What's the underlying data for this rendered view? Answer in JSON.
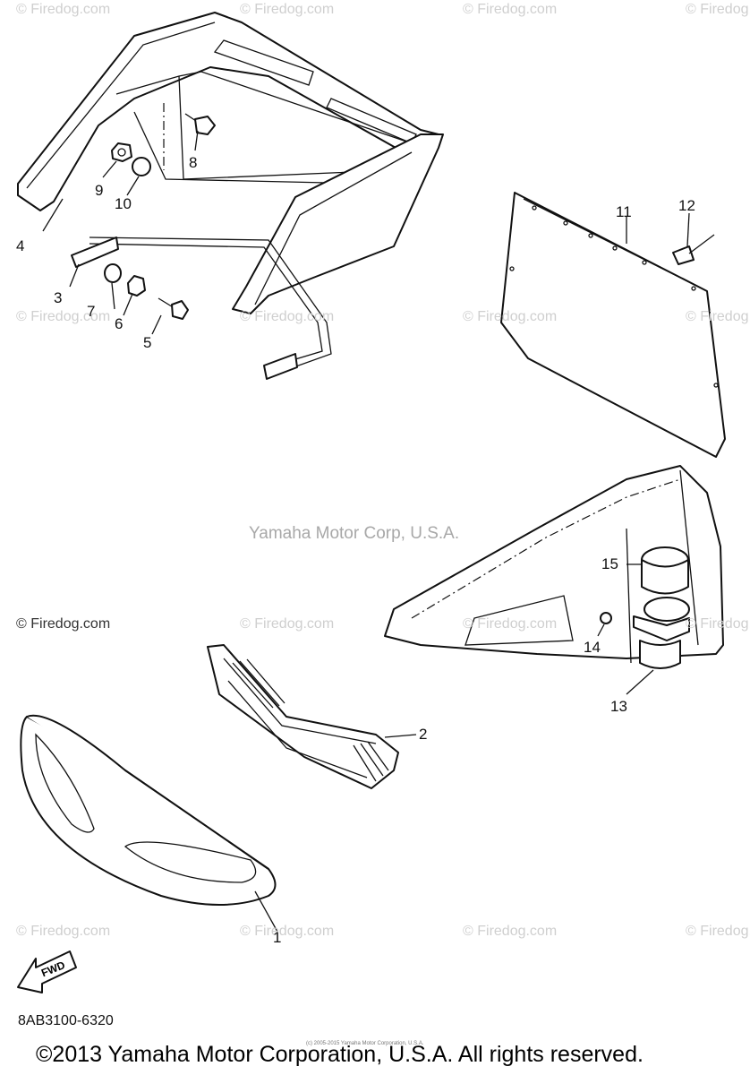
{
  "watermarks": [
    "© Firedog.com",
    "© Firedog.com",
    "© Firedog.com",
    "© Firedog.com",
    "© Firedog.com",
    "© Firedog.com",
    "© Firedog.com",
    "© Firedog.com",
    "© Firedog.com",
    "© Firedog.com",
    "© Firedog.com",
    "© Firedog.com",
    "© Firedog.com",
    "© Firedog.com",
    "© Firedog.com",
    "© Firedog.com"
  ],
  "center_watermark": "Yamaha Motor Corp, U.S.A.",
  "callouts": [
    "1",
    "2",
    "3",
    "4",
    "5",
    "6",
    "7",
    "8",
    "9",
    "10",
    "11",
    "12",
    "13",
    "14",
    "15"
  ],
  "fwd_label": "FWD",
  "drawing_id": "8AB3100-6320",
  "tiny_copyright": "(c) 2005-2015 Yamaha Motor Corporation, U.S.A.",
  "copyright": "©2013 Yamaha Motor Corporation, U.S.A. All rights reserved."
}
